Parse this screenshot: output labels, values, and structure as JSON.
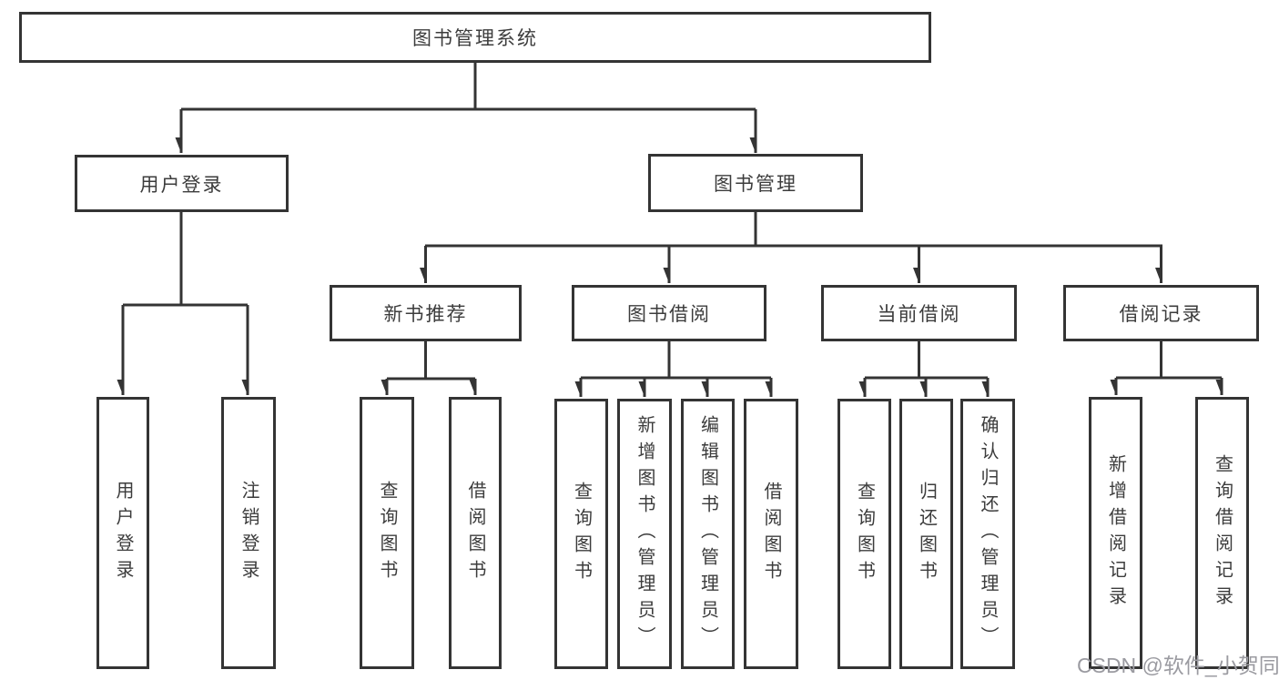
{
  "diagram": {
    "root": {
      "label": "图书管理系统"
    },
    "branches": [
      {
        "label": "用户登录",
        "children": [
          {
            "label": "用户登录"
          },
          {
            "label": "注销登录"
          }
        ]
      },
      {
        "label": "图书管理",
        "children": [
          {
            "label": "新书推荐",
            "children": [
              {
                "label": "查询图书"
              },
              {
                "label": "借阅图书"
              }
            ]
          },
          {
            "label": "图书借阅",
            "children": [
              {
                "label": "查询图书"
              },
              {
                "label": "新增图书（管理员）"
              },
              {
                "label": "编辑图书（管理员）"
              },
              {
                "label": "借阅图书"
              }
            ]
          },
          {
            "label": "当前借阅",
            "children": [
              {
                "label": "查询图书"
              },
              {
                "label": "归还图书"
              },
              {
                "label": "确认归还（管理员）"
              }
            ]
          },
          {
            "label": "借阅记录",
            "children": [
              {
                "label": "新增借阅记录"
              },
              {
                "label": "查询借阅记录"
              }
            ]
          }
        ]
      }
    ]
  },
  "watermark": {
    "text": "CSDN @软件_小贺同学"
  },
  "colors": {
    "line": "#343434",
    "box_border": "#343434",
    "text": "#3c3c3c",
    "watermark_text": "#9b9ba1",
    "background": "#ffffff"
  }
}
